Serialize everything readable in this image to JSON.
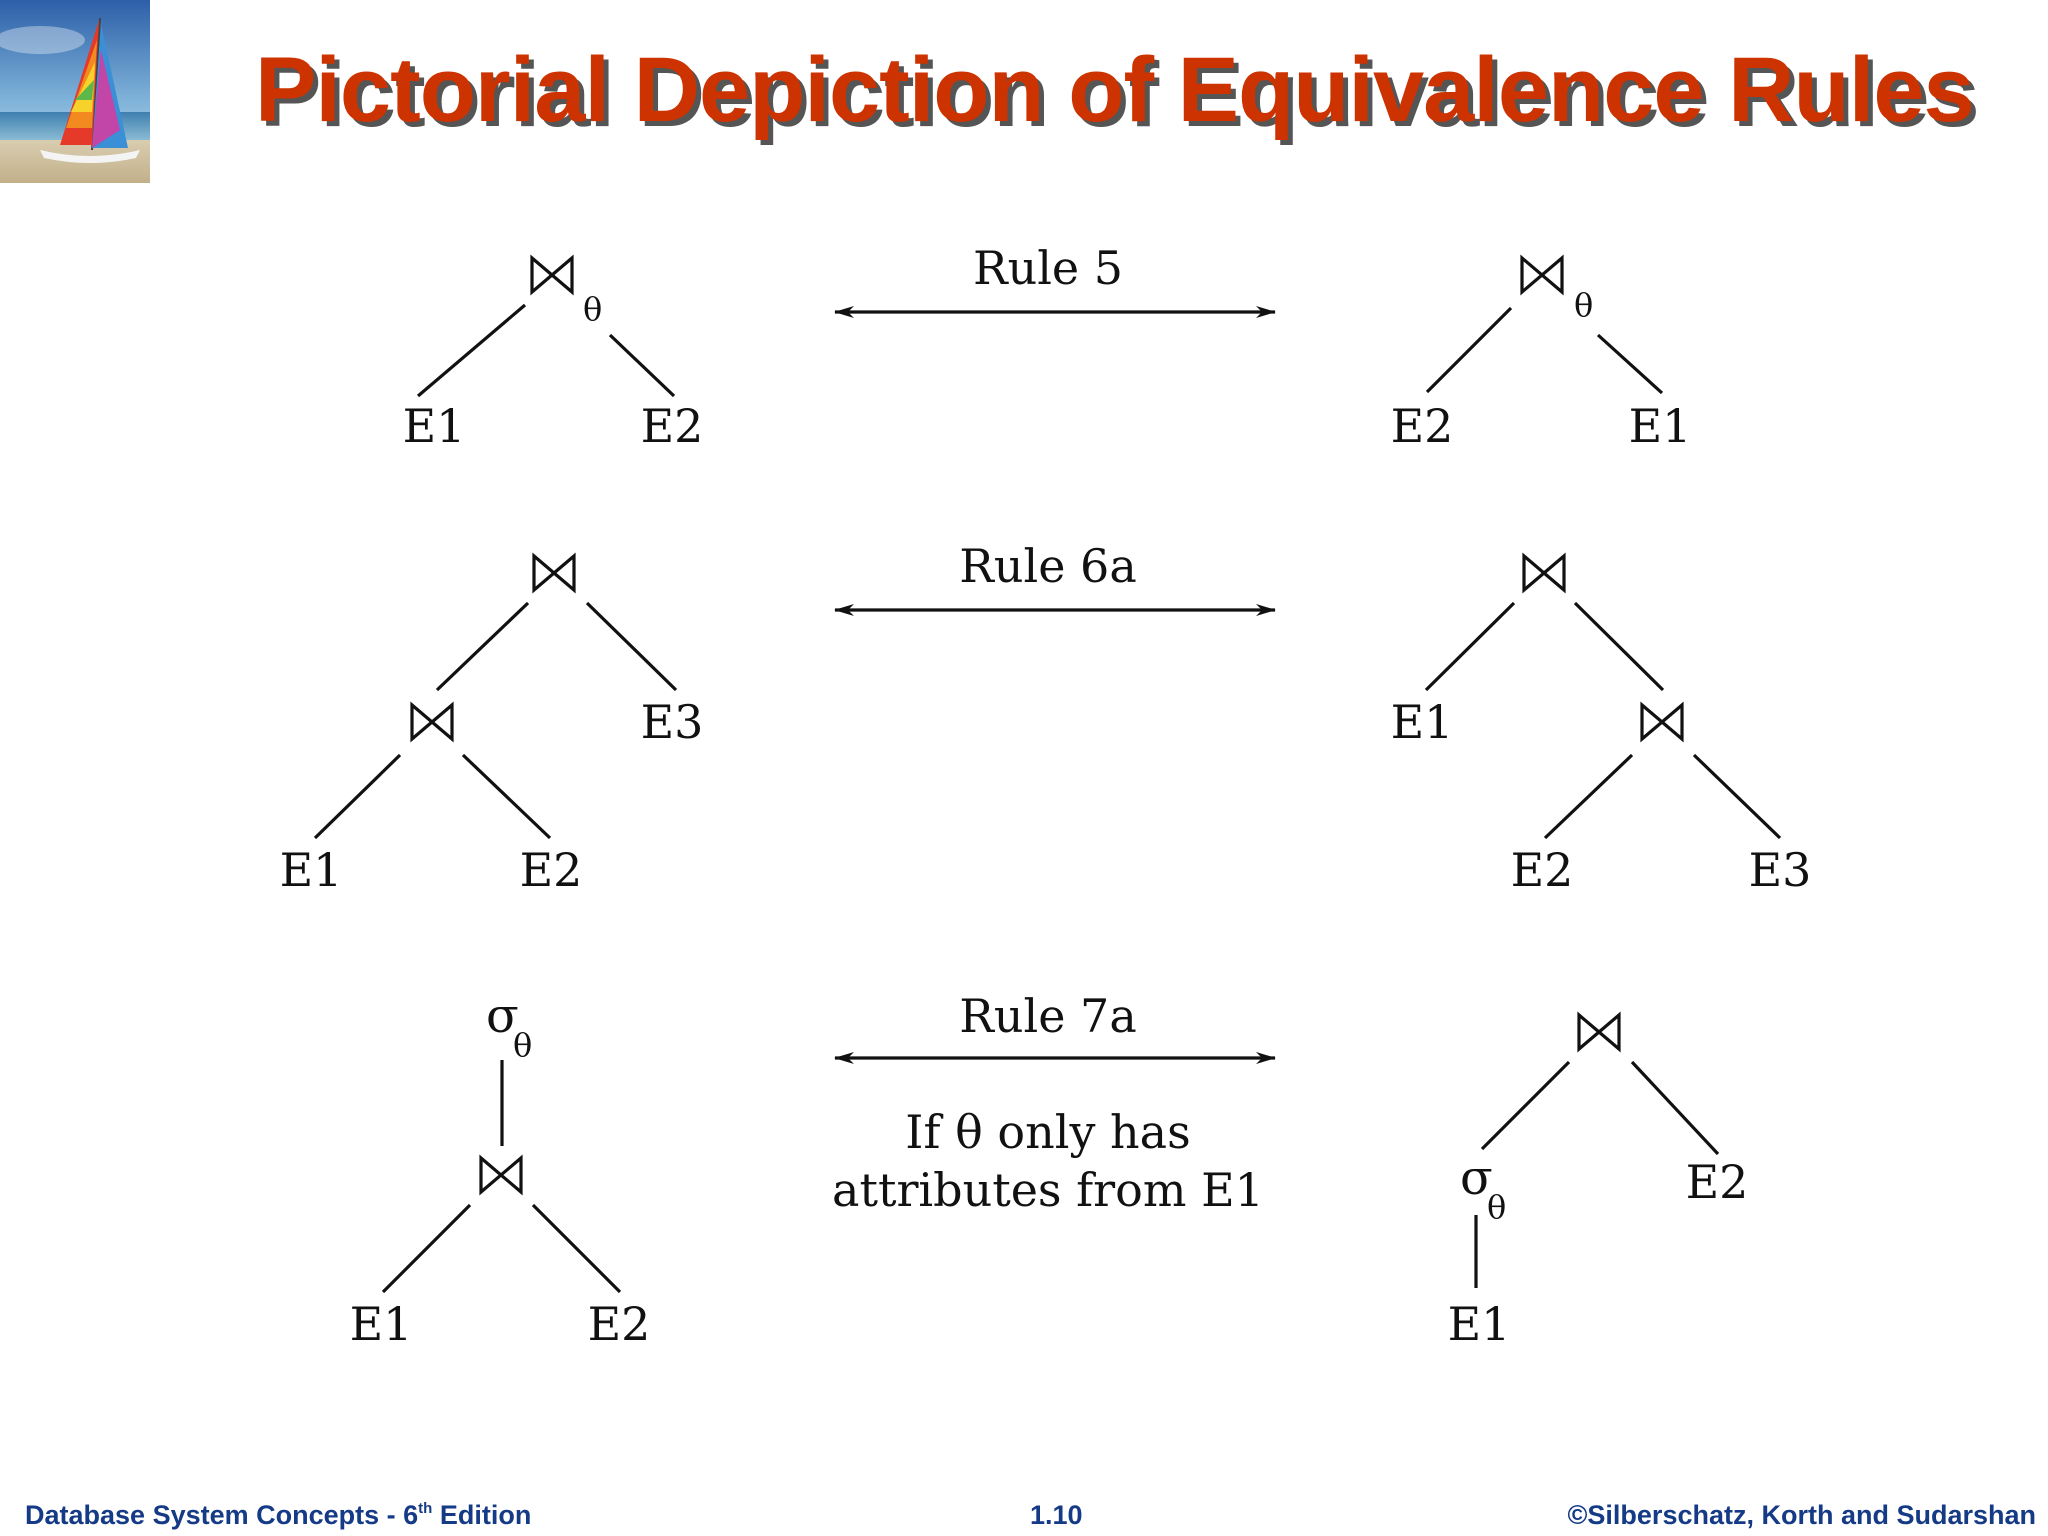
{
  "slide": {
    "title": "Pictorial Depiction of Equivalence Rules",
    "logo_icon": "sailboat-logo-icon"
  },
  "rules": {
    "rule5": {
      "label": "Rule 5",
      "left": {
        "root_subscript": "θ",
        "left_leaf": "E1",
        "right_leaf": "E2"
      },
      "right": {
        "root_subscript": "θ",
        "left_leaf": "E2",
        "right_leaf": "E1"
      }
    },
    "rule6a": {
      "label": "Rule 6a",
      "left": {
        "leaf_e1": "E1",
        "leaf_e2": "E2",
        "leaf_e3": "E3"
      },
      "right": {
        "leaf_e1": "E1",
        "leaf_e2": "E2",
        "leaf_e3": "E3"
      }
    },
    "rule7a": {
      "label": "Rule 7a",
      "condition_line1": "If θ only has",
      "condition_line2": "attributes from E1",
      "left": {
        "sigma": "σ",
        "sigma_subscript": "θ",
        "left_leaf": "E1",
        "right_leaf": "E2"
      },
      "right": {
        "sigma": "σ",
        "sigma_subscript": "θ",
        "sigma_leaf": "E1",
        "right_leaf": "E2"
      }
    }
  },
  "footer": {
    "book": "Database System Concepts - 6",
    "book_sup": "th",
    "book_suffix": " Edition",
    "page": "1.10",
    "copyright": "©Silberschatz, Korth and Sudarshan"
  },
  "colors": {
    "title": "#cc3300",
    "title_shadow": "#555555",
    "footer": "#153a86",
    "ink": "#111111"
  }
}
